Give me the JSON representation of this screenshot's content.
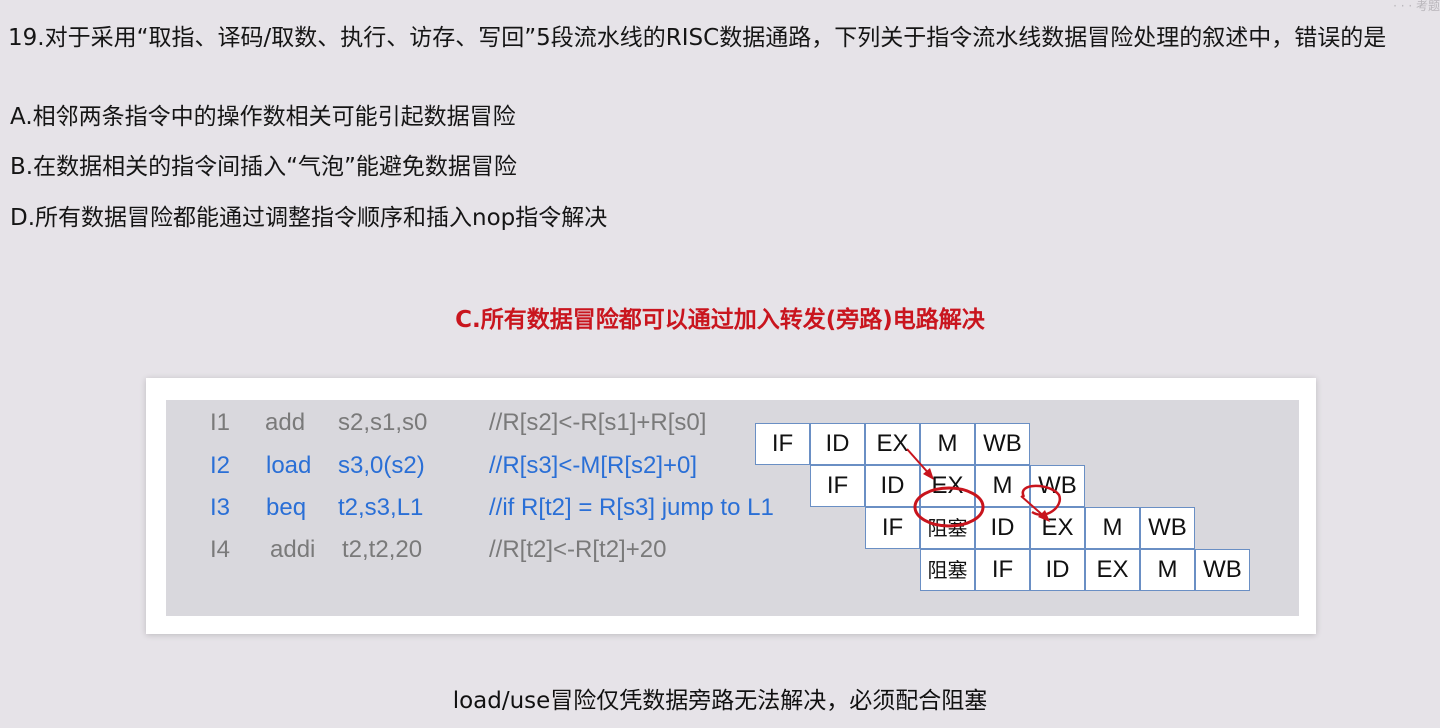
{
  "question": {
    "title": "19.对于采用“取指、译码/取数、执行、访存、写回”5段流水线的RISC数据通路，下列关于指令流水线数据冒险处理的叙述中，错误的是",
    "options": [
      "A.相邻两条指令中的操作数相关可能引起数据冒险",
      "B.在数据相关的指令间插入“气泡”能避免数据冒险",
      "D.所有数据冒险都能通过调整指令顺序和插入nop指令解决"
    ]
  },
  "answer_label": "C.所有数据冒险都可以通过加入转发(旁路)电路解决",
  "pipeline": {
    "rows": [
      {
        "id": "I1",
        "op": "add",
        "args": "s2,s1,s0",
        "comment": "//R[s2]<-R[s1]+R[s0]",
        "color": "#7a7a7a",
        "stages": [
          "IF",
          "ID",
          "EX",
          "M",
          "WB"
        ],
        "start": 0
      },
      {
        "id": "I2",
        "op": "load",
        "args": "s3,0(s2)",
        "comment": "//R[s3]<-M[R[s2]+0]",
        "color": "#2a6fd6",
        "stages": [
          "IF",
          "ID",
          "EX",
          "M",
          "WB"
        ],
        "start": 1
      },
      {
        "id": "I3",
        "op": "beq",
        "args": "t2,s3,L1",
        "comment": "//if R[t2] = R[s3] jump to L1",
        "color": "#2a6fd6",
        "stages": [
          "IF",
          "阻塞",
          "ID",
          "EX",
          "M",
          "WB"
        ],
        "start": 2
      },
      {
        "id": "I4",
        "op": "addi",
        "args": "t2,t2,20",
        "comment": "//R[t2]<-R[t2]+20",
        "color": "#7a7a7a",
        "stages": [
          "阻塞",
          "IF",
          "ID",
          "EX",
          "M",
          "WB"
        ],
        "start": 3
      }
    ],
    "annotation_color": "#c8141d",
    "cell_border_color": "#6a8fc4"
  },
  "footer": "load/use冒险仅凭数据旁路无法解决，必须配合阻塞",
  "corner_mark": "· · · 考题"
}
